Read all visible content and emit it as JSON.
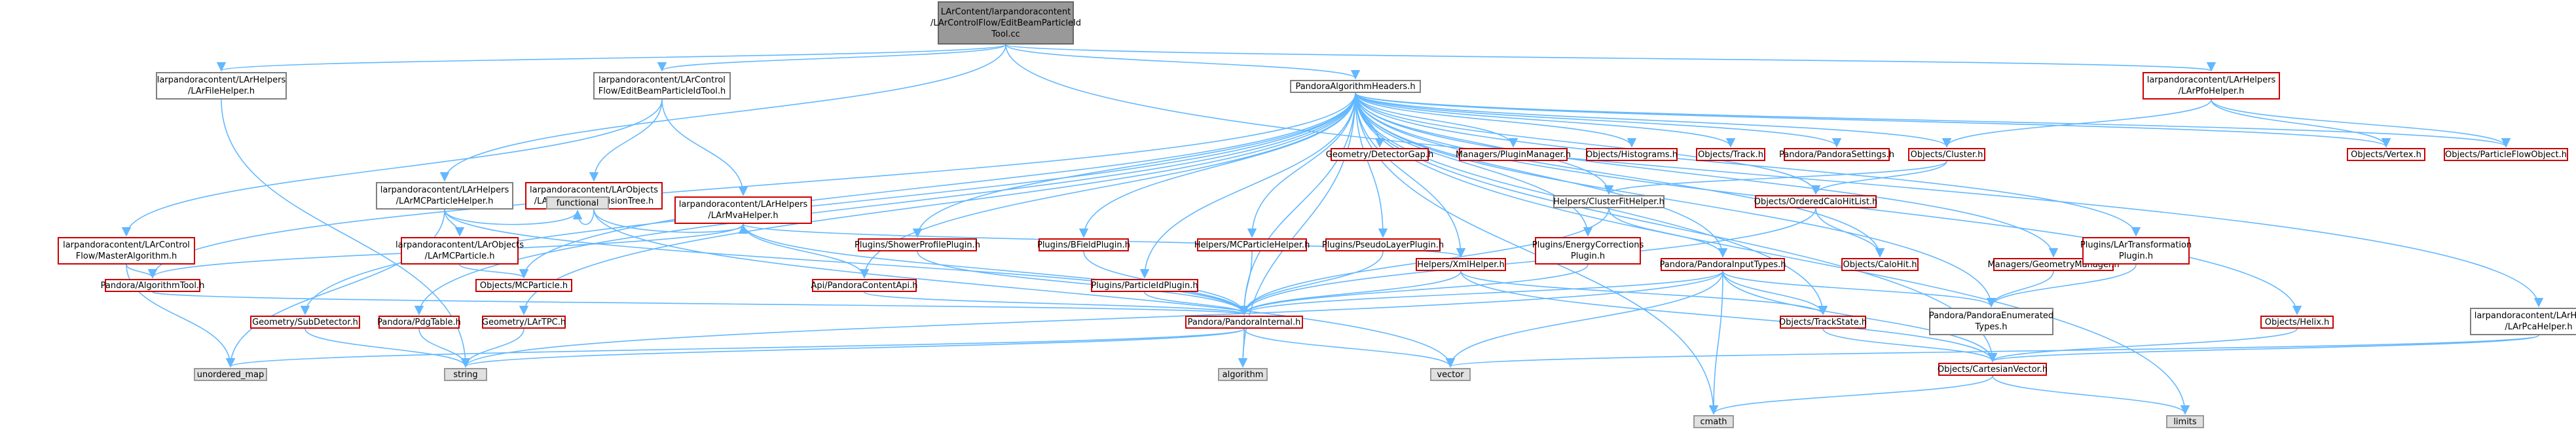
{
  "colors": {
    "edge": "#63B8FF",
    "arrowhead": "#63B8FF",
    "node_border": "#7F7F7F",
    "undocumented_border": "#CC0000",
    "root_fill": "#999999",
    "system_fill": "#E0E0E0"
  },
  "nodes": [
    {
      "id": "root",
      "text": "LArContent/larpandoracontent\n/LArControlFlow/EditBeamParticleId\nTool.cc",
      "style": "root"
    },
    {
      "id": "fileh",
      "text": "larpandoracontent/LArHelpers\n/LArFileHelper.h",
      "style": "normal"
    },
    {
      "id": "editbp",
      "text": "larpandoracontent/LArControl\nFlow/EditBeamParticleIdTool.h",
      "style": "normal"
    },
    {
      "id": "alghead",
      "text": "PandoraAlgorithmHeaders.h",
      "style": "normal"
    },
    {
      "id": "pfoh",
      "text": "larpandoracontent/LArHelpers\n/LArPfoHelper.h",
      "style": "red"
    },
    {
      "id": "pcah",
      "text": "larpandoracontent/LArHelpers\n/LArPcaHelper.h",
      "style": "normal"
    },
    {
      "id": "mastalg",
      "text": "larpandoracontent/LArControl\nFlow/MasterAlgorithm.h",
      "style": "red"
    },
    {
      "id": "mcph",
      "text": "larpandoracontent/LArHelpers\n/LArMCParticleHelper.h",
      "style": "normal"
    },
    {
      "id": "adabdt",
      "text": "larpandoracontent/LArObjects\n/LArAdaBoostDecisionTree.h",
      "style": "red"
    },
    {
      "id": "mvah",
      "text": "larpandoracontent/LArHelpers\n/LArMvaHelper.h",
      "style": "red"
    },
    {
      "id": "larmcp",
      "text": "larpandoracontent/LArObjects\n/LArMCParticle.h",
      "style": "red"
    },
    {
      "id": "functional",
      "text": "functional",
      "style": "sys"
    },
    {
      "id": "algtool",
      "text": "Pandora/AlgorithmTool.h",
      "style": "red"
    },
    {
      "id": "mcparticle",
      "text": "Objects/MCParticle.h",
      "style": "red"
    },
    {
      "id": "pcapi",
      "text": "Api/PandoraContentApi.h",
      "style": "red"
    },
    {
      "id": "showerprof",
      "text": "Plugins/ShowerProfilePlugin.h",
      "style": "red"
    },
    {
      "id": "bfield",
      "text": "Plugins/BFieldPlugin.h",
      "style": "red"
    },
    {
      "id": "particleid",
      "text": "Plugins/ParticleIdPlugin.h",
      "style": "red"
    },
    {
      "id": "mcphelper",
      "text": "Helpers/MCParticleHelper.h",
      "style": "red"
    },
    {
      "id": "pseudolayer",
      "text": "Plugins/PseudoLayerPlugin.h",
      "style": "red"
    },
    {
      "id": "detgap",
      "text": "Geometry/DetectorGap.h",
      "style": "red"
    },
    {
      "id": "pluginmgr",
      "text": "Managers/PluginManager.h",
      "style": "red"
    },
    {
      "id": "histograms",
      "text": "Objects/Histograms.h",
      "style": "red"
    },
    {
      "id": "track",
      "text": "Objects/Track.h",
      "style": "red"
    },
    {
      "id": "settings",
      "text": "Pandora/PandoraSettings.h",
      "style": "red"
    },
    {
      "id": "cluster",
      "text": "Objects/Cluster.h",
      "style": "red"
    },
    {
      "id": "vertex",
      "text": "Objects/Vertex.h",
      "style": "red"
    },
    {
      "id": "pfo",
      "text": "Objects/ParticleFlowObject.h",
      "style": "red"
    },
    {
      "id": "clusterfit",
      "text": "Helpers/ClusterFitHelper.h",
      "style": "normal"
    },
    {
      "id": "orderedcalo",
      "text": "Objects/OrderedCaloHitList.h",
      "style": "red"
    },
    {
      "id": "energycorr",
      "text": "Plugins/EnergyCorrections\nPlugin.h",
      "style": "red"
    },
    {
      "id": "xmlhelper",
      "text": "Helpers/XmlHelper.h",
      "style": "red"
    },
    {
      "id": "inputtypes",
      "text": "Pandora/PandoraInputTypes.h",
      "style": "red"
    },
    {
      "id": "calohit",
      "text": "Objects/CaloHit.h",
      "style": "red"
    },
    {
      "id": "geommgr",
      "text": "Managers/GeometryManager.h",
      "style": "red"
    },
    {
      "id": "lartransf",
      "text": "Plugins/LArTransformation\nPlugin.h",
      "style": "red"
    },
    {
      "id": "subdet",
      "text": "Geometry/SubDetector.h",
      "style": "red"
    },
    {
      "id": "pdgtable",
      "text": "Pandora/PdgTable.h",
      "style": "red"
    },
    {
      "id": "lartpc",
      "text": "Geometry/LArTPC.h",
      "style": "red"
    },
    {
      "id": "internal",
      "text": "Pandora/PandoraInternal.h",
      "style": "red"
    },
    {
      "id": "trackstate",
      "text": "Objects/TrackState.h",
      "style": "red"
    },
    {
      "id": "enumtypes",
      "text": "Pandora/PandoraEnumerated\nTypes.h",
      "style": "normal"
    },
    {
      "id": "helix",
      "text": "Objects/Helix.h",
      "style": "red"
    },
    {
      "id": "cartvec",
      "text": "Objects/CartesianVector.h",
      "style": "red"
    },
    {
      "id": "unordered_map",
      "text": "unordered_map",
      "style": "sys"
    },
    {
      "id": "string",
      "text": "string",
      "style": "sys"
    },
    {
      "id": "algorithm",
      "text": "algorithm",
      "style": "sys"
    },
    {
      "id": "vector",
      "text": "vector",
      "style": "sys"
    },
    {
      "id": "cmath",
      "text": "cmath",
      "style": "sys"
    },
    {
      "id": "limits",
      "text": "limits",
      "style": "sys"
    }
  ],
  "edges": [
    [
      "root",
      "fileh"
    ],
    [
      "root",
      "editbp"
    ],
    [
      "root",
      "alghead"
    ],
    [
      "root",
      "pfoh"
    ],
    [
      "root",
      "pcah"
    ],
    [
      "root",
      "mcph"
    ],
    [
      "fileh",
      "string"
    ],
    [
      "editbp",
      "mastalg"
    ],
    [
      "editbp",
      "adabdt"
    ],
    [
      "editbp",
      "mvah"
    ],
    [
      "alghead",
      "pcapi"
    ],
    [
      "alghead",
      "algtool"
    ],
    [
      "alghead",
      "mcparticle"
    ],
    [
      "alghead",
      "showerprof"
    ],
    [
      "alghead",
      "bfield"
    ],
    [
      "alghead",
      "particleid"
    ],
    [
      "alghead",
      "mcphelper"
    ],
    [
      "alghead",
      "pseudolayer"
    ],
    [
      "alghead",
      "detgap"
    ],
    [
      "alghead",
      "pluginmgr"
    ],
    [
      "alghead",
      "histograms"
    ],
    [
      "alghead",
      "track"
    ],
    [
      "alghead",
      "settings"
    ],
    [
      "alghead",
      "cluster"
    ],
    [
      "alghead",
      "vertex"
    ],
    [
      "alghead",
      "pfo"
    ],
    [
      "alghead",
      "clusterfit"
    ],
    [
      "alghead",
      "orderedcalo"
    ],
    [
      "alghead",
      "energycorr"
    ],
    [
      "alghead",
      "xmlhelper"
    ],
    [
      "alghead",
      "inputtypes"
    ],
    [
      "alghead",
      "calohit"
    ],
    [
      "alghead",
      "geommgr"
    ],
    [
      "alghead",
      "lartransf"
    ],
    [
      "alghead",
      "subdet"
    ],
    [
      "alghead",
      "pdgtable"
    ],
    [
      "alghead",
      "lartpc"
    ],
    [
      "alghead",
      "internal"
    ],
    [
      "alghead",
      "trackstate"
    ],
    [
      "alghead",
      "enumtypes"
    ],
    [
      "alghead",
      "helix"
    ],
    [
      "alghead",
      "cartvec"
    ],
    [
      "alghead",
      "algorithm"
    ],
    [
      "alghead",
      "cmath"
    ],
    [
      "alghead",
      "limits"
    ],
    [
      "pfoh",
      "cluster"
    ],
    [
      "pfoh",
      "vertex"
    ],
    [
      "pfoh",
      "pfo"
    ],
    [
      "pcah",
      "cartvec"
    ],
    [
      "pcah",
      "vector"
    ],
    [
      "mastalg",
      "algtool"
    ],
    [
      "mastalg",
      "unordered_map"
    ],
    [
      "mcph",
      "larmcp"
    ],
    [
      "mcph",
      "functional"
    ],
    [
      "mcph",
      "internal"
    ],
    [
      "mcph",
      "unordered_map"
    ],
    [
      "adabdt",
      "functional"
    ],
    [
      "adabdt",
      "mvah"
    ],
    [
      "adabdt",
      "vector"
    ],
    [
      "mvah",
      "algtool"
    ],
    [
      "mvah",
      "pcapi"
    ],
    [
      "mvah",
      "internal"
    ],
    [
      "mvah",
      "xmlhelper"
    ],
    [
      "larmcp",
      "mcparticle"
    ],
    [
      "algtool",
      "internal"
    ],
    [
      "pcapi",
      "internal"
    ],
    [
      "showerprof",
      "internal"
    ],
    [
      "bfield",
      "internal"
    ],
    [
      "particleid",
      "internal"
    ],
    [
      "mcphelper",
      "internal"
    ],
    [
      "pseudolayer",
      "internal"
    ],
    [
      "energycorr",
      "internal"
    ],
    [
      "cluster",
      "clusterfit"
    ],
    [
      "cluster",
      "orderedcalo"
    ],
    [
      "clusterfit",
      "inputtypes"
    ],
    [
      "clusterfit",
      "internal"
    ],
    [
      "orderedcalo",
      "calohit"
    ],
    [
      "orderedcalo",
      "internal"
    ],
    [
      "xmlhelper",
      "internal"
    ],
    [
      "xmlhelper",
      "cartvec"
    ],
    [
      "xmlhelper",
      "trackstate"
    ],
    [
      "inputtypes",
      "internal"
    ],
    [
      "inputtypes",
      "trackstate"
    ],
    [
      "inputtypes",
      "enumtypes"
    ],
    [
      "inputtypes",
      "cartvec"
    ],
    [
      "inputtypes",
      "string"
    ],
    [
      "inputtypes",
      "vector"
    ],
    [
      "inputtypes",
      "cmath"
    ],
    [
      "geommgr",
      "enumtypes"
    ],
    [
      "lartransf",
      "enumtypes"
    ],
    [
      "subdet",
      "string"
    ],
    [
      "pdgtable",
      "string"
    ],
    [
      "lartpc",
      "string"
    ],
    [
      "internal",
      "unordered_map"
    ],
    [
      "internal",
      "string"
    ],
    [
      "internal",
      "algorithm"
    ],
    [
      "internal",
      "vector"
    ],
    [
      "trackstate",
      "cartvec"
    ],
    [
      "helix",
      "cartvec"
    ],
    [
      "cartvec",
      "cmath"
    ],
    [
      "cartvec",
      "limits"
    ]
  ]
}
